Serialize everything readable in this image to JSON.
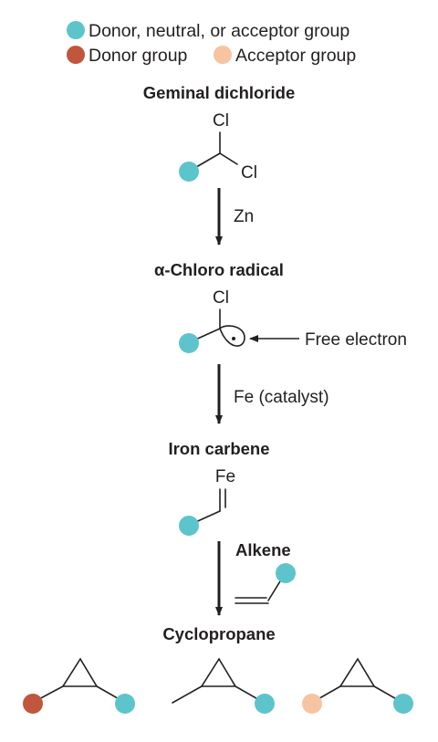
{
  "colors": {
    "neutral": "#5dc4cc",
    "donor": "#c0563b",
    "acceptor": "#f6c4a0",
    "ink": "#231f20"
  },
  "legend": {
    "neutral_label": "Donor, neutral, or acceptor group",
    "donor_label": "Donor group",
    "acceptor_label": "Acceptor group"
  },
  "steps": {
    "geminal_dichloride": {
      "title": "Geminal dichloride",
      "atom_top": "Cl",
      "atom_right": "Cl"
    },
    "reagent_1": "Zn",
    "chloro_radical": {
      "title": "α-Chloro radical",
      "atom_top": "Cl",
      "annotation": "Free electron"
    },
    "reagent_2": "Fe (catalyst)",
    "iron_carbene": {
      "title": "Iron carbene",
      "atom_top": "Fe"
    },
    "reagent_3": "Alkene",
    "cyclopropane": {
      "title": "Cyclopropane"
    }
  },
  "icons": {
    "group_dot": "circle",
    "arrow": "down-arrow"
  }
}
